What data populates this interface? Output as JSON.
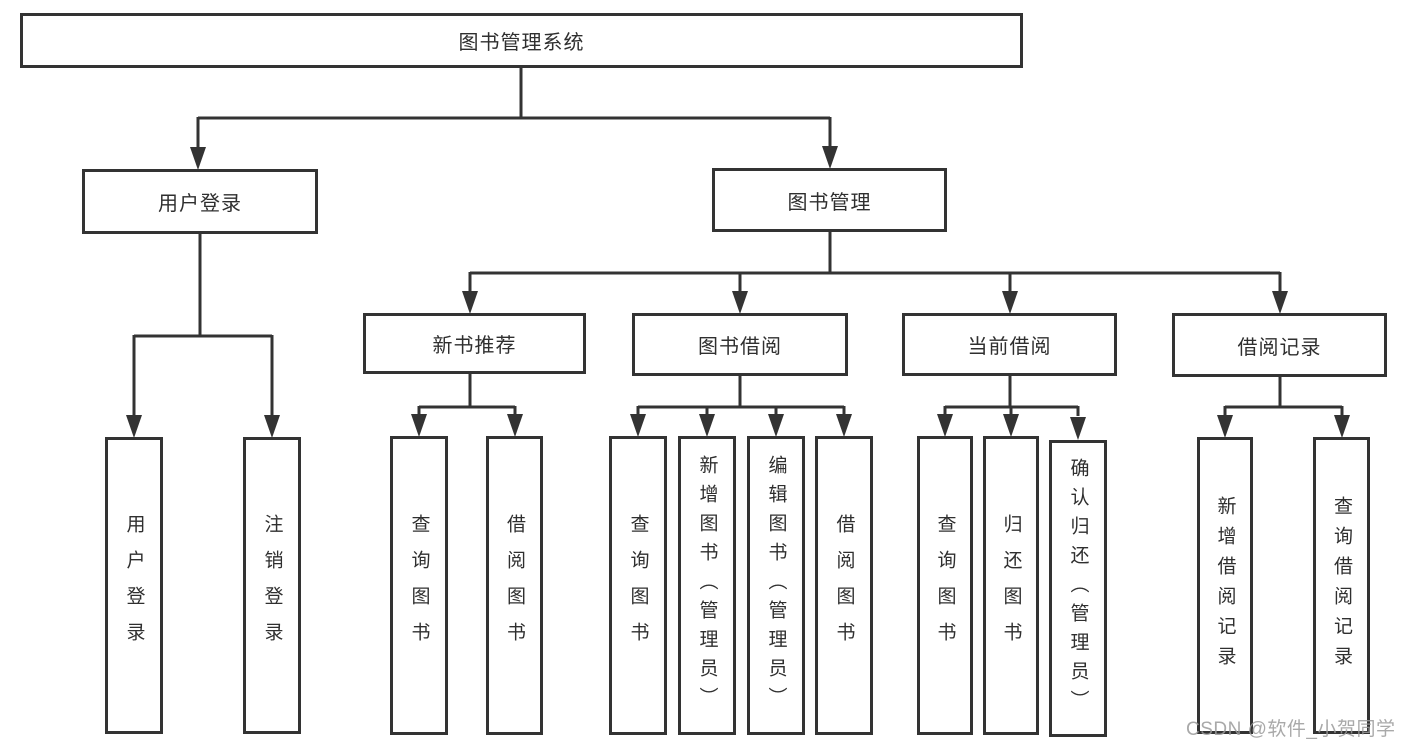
{
  "tree": {
    "root": {
      "label": "图书管理系统"
    },
    "branches": [
      {
        "label": "用户登录",
        "children": [
          {
            "label": "用户登录"
          },
          {
            "label": "注销登录"
          }
        ]
      },
      {
        "label": "图书管理",
        "children": [
          {
            "label": "新书推荐",
            "children": [
              {
                "label": "查询图书"
              },
              {
                "label": "借阅图书"
              }
            ]
          },
          {
            "label": "图书借阅",
            "children": [
              {
                "label": "查询图书"
              },
              {
                "label": "新增图书（管理员）"
              },
              {
                "label": "编辑图书（管理员）"
              },
              {
                "label": "借阅图书"
              }
            ]
          },
          {
            "label": "当前借阅",
            "children": [
              {
                "label": "查询图书"
              },
              {
                "label": "归还图书"
              },
              {
                "label": "确认归还（管理员）"
              }
            ]
          },
          {
            "label": "借阅记录",
            "children": [
              {
                "label": "新增借阅记录"
              },
              {
                "label": "查询借阅记录"
              }
            ]
          }
        ]
      }
    ]
  },
  "watermark": {
    "text": "CSDN @软件_小贺同学"
  },
  "colors": {
    "line": "#333333",
    "box_border": "#333333",
    "text": "#2f2f2f",
    "watermark": "#9b9b9b",
    "background": "#ffffff"
  }
}
